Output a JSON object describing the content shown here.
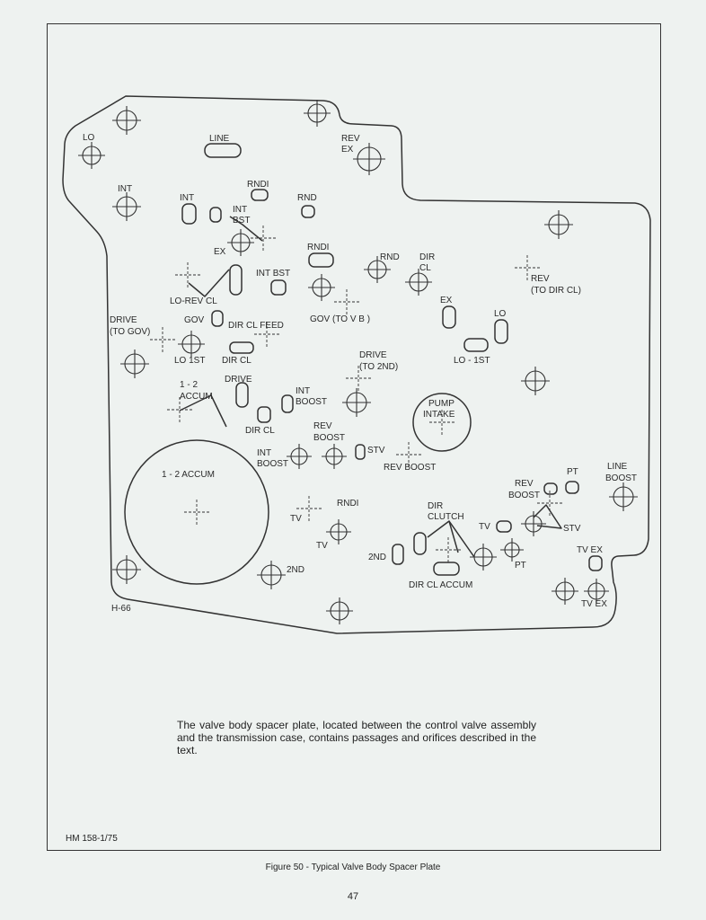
{
  "labels": [
    {
      "id": "lo-left",
      "text": "LO"
    },
    {
      "id": "line",
      "text": "LINE"
    },
    {
      "id": "rev-ex-1",
      "text": "REV"
    },
    {
      "id": "rev-ex-2",
      "text": "EX"
    },
    {
      "id": "int-left",
      "text": "INT"
    },
    {
      "id": "int-2",
      "text": "INT"
    },
    {
      "id": "rndi-1",
      "text": "RNDI"
    },
    {
      "id": "rnd-1",
      "text": "RND"
    },
    {
      "id": "int-bst-1",
      "text": "INT"
    },
    {
      "id": "int-bst-2",
      "text": "BST"
    },
    {
      "id": "ex-1",
      "text": "EX"
    },
    {
      "id": "rndi-2",
      "text": "RNDI"
    },
    {
      "id": "rnd-2",
      "text": "RND"
    },
    {
      "id": "dir-cl-top-1",
      "text": "DIR"
    },
    {
      "id": "dir-cl-top-2",
      "text": "CL"
    },
    {
      "id": "int-bst-mid",
      "text": "INT BST"
    },
    {
      "id": "lo-rev-cl",
      "text": "LO-REV CL"
    },
    {
      "id": "rev-to-dir-1",
      "text": "REV"
    },
    {
      "id": "rev-to-dir-2",
      "text": "(TO DIR CL)"
    },
    {
      "id": "drive-gov-1",
      "text": "DRIVE"
    },
    {
      "id": "drive-gov-2",
      "text": "(TO GOV)"
    },
    {
      "id": "gov",
      "text": "GOV"
    },
    {
      "id": "dir-cl-feed",
      "text": "DIR CL FEED"
    },
    {
      "id": "gov-tovb",
      "text": "GOV (TO V B )"
    },
    {
      "id": "ex-2",
      "text": "EX"
    },
    {
      "id": "lo-2",
      "text": "LO"
    },
    {
      "id": "lo-1st",
      "text": "LO 1ST"
    },
    {
      "id": "dir-cl-1",
      "text": "DIR CL"
    },
    {
      "id": "drive-2nd-1",
      "text": "DRIVE"
    },
    {
      "id": "drive-2nd-2",
      "text": "(TO 2ND)"
    },
    {
      "id": "lo-1st-right",
      "text": "LO - 1ST"
    },
    {
      "id": "accum12-1",
      "text": "1 - 2"
    },
    {
      "id": "accum12-2",
      "text": "ACCUM"
    },
    {
      "id": "drive-3",
      "text": "DRIVE"
    },
    {
      "id": "int-boost-1",
      "text": "INT"
    },
    {
      "id": "int-boost-2",
      "text": "BOOST"
    },
    {
      "id": "pump-1",
      "text": "PUMP"
    },
    {
      "id": "pump-2",
      "text": "INTAKE"
    },
    {
      "id": "dir-cl-2",
      "text": "DIR CL"
    },
    {
      "id": "rev-boost-1",
      "text": "REV"
    },
    {
      "id": "rev-boost-2",
      "text": "BOOST"
    },
    {
      "id": "int-boost-b1",
      "text": "INT"
    },
    {
      "id": "int-boost-b2",
      "text": "BOOST"
    },
    {
      "id": "stv-1",
      "text": "STV"
    },
    {
      "id": "rev-boost-b",
      "text": "REV BOOST"
    },
    {
      "id": "accum-big",
      "text": "1 - 2 ACCUM"
    },
    {
      "id": "pt-1",
      "text": "PT"
    },
    {
      "id": "rev-boost-r1",
      "text": "REV"
    },
    {
      "id": "rev-boost-r2",
      "text": "BOOST"
    },
    {
      "id": "line-boost-1",
      "text": "LINE"
    },
    {
      "id": "line-boost-2",
      "text": "BOOST"
    },
    {
      "id": "rndi-3",
      "text": "RNDI"
    },
    {
      "id": "tv-1",
      "text": "TV"
    },
    {
      "id": "dir-clutch-1",
      "text": "DIR"
    },
    {
      "id": "dir-clutch-2",
      "text": "CLUTCH"
    },
    {
      "id": "tv-2",
      "text": "TV"
    },
    {
      "id": "stv-2",
      "text": "STV"
    },
    {
      "id": "tv-3",
      "text": "TV"
    },
    {
      "id": "tv-ex",
      "text": "TV EX"
    },
    {
      "id": "second",
      "text": "2ND"
    },
    {
      "id": "second-b",
      "text": "2ND"
    },
    {
      "id": "pt-2",
      "text": "PT"
    },
    {
      "id": "dir-cl-accum",
      "text": "DIR CL ACCUM"
    },
    {
      "id": "tv-ex-2",
      "text": "TV EX"
    },
    {
      "id": "h66",
      "text": "H-66"
    }
  ],
  "caption": "The valve body spacer plate, located between the control valve assembly and the transmission case, contains passages and orifices described in the text.",
  "doc_number": "HM 158-1/75",
  "figure_caption": "Figure 50 - Typical Valve Body Spacer Plate",
  "page_number": "47"
}
